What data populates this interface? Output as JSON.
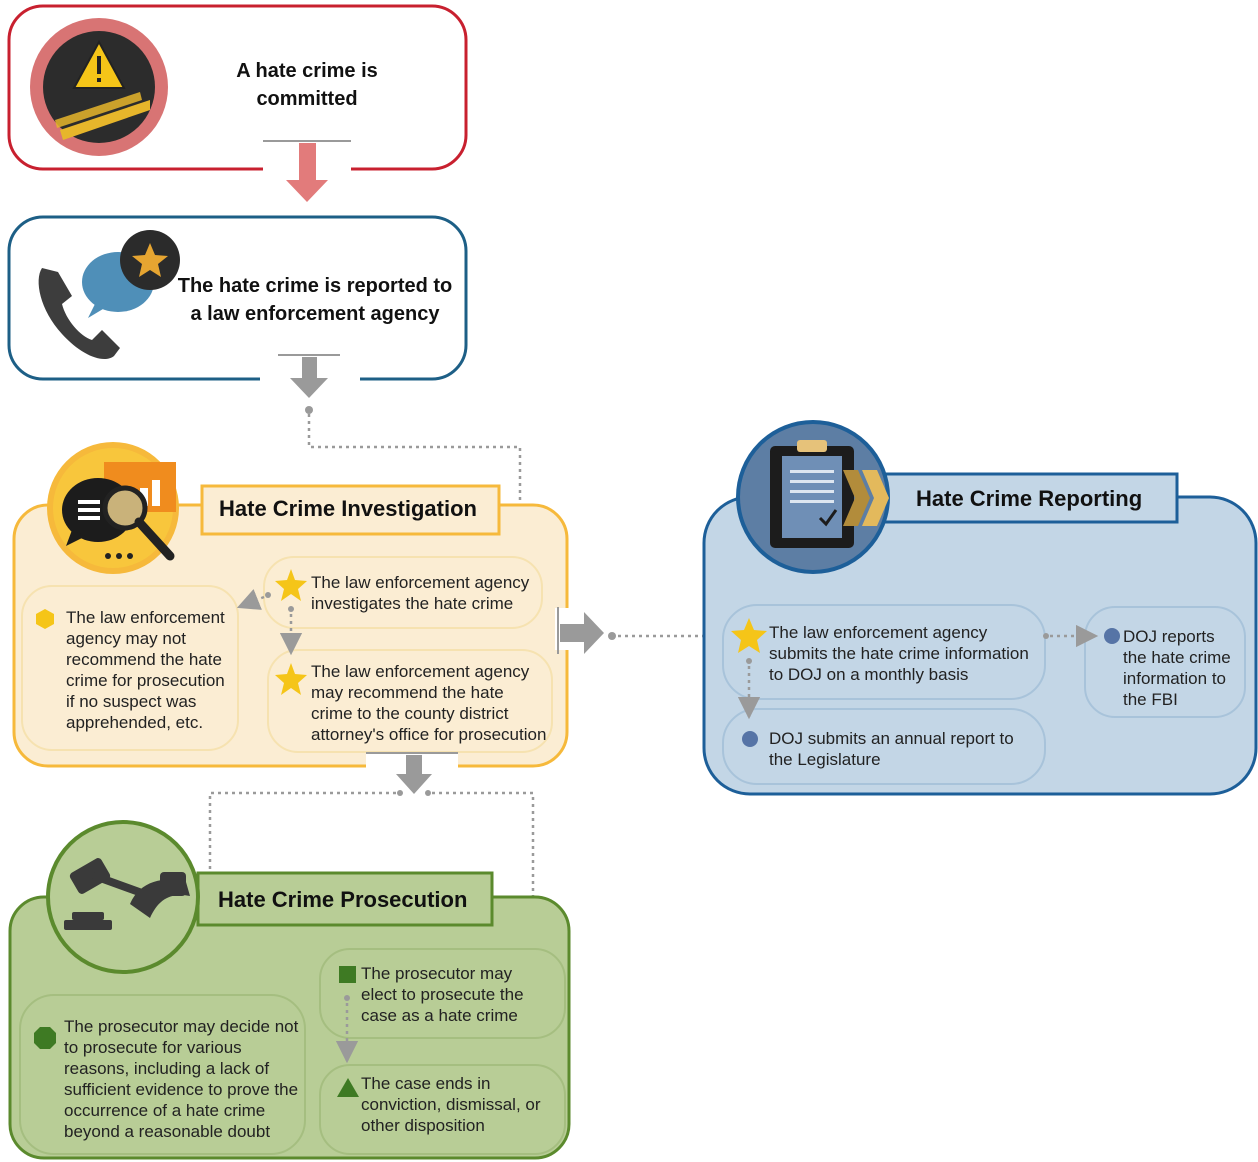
{
  "step_committed": {
    "text": "A hate crime is committed"
  },
  "step_reported": {
    "text": "The hate crime is reported to a law enforcement agency"
  },
  "investigation": {
    "title": "Hate Crime Investigation",
    "items": [
      {
        "marker": "star",
        "text": "The law enforcement agency investigates the hate crime"
      },
      {
        "marker": "hexagon",
        "text": "The law enforcement agency may not recommend the hate crime for prosecution if no suspect was apprehended, etc."
      },
      {
        "marker": "star",
        "text": "The law enforcement agency may recommend the hate crime to the county district attorney's office for prosecution"
      }
    ]
  },
  "reporting": {
    "title": "Hate Crime Reporting",
    "items": [
      {
        "marker": "star",
        "text": "The law enforcement agency submits the hate crime information to DOJ on a monthly basis"
      },
      {
        "marker": "circle",
        "text": "DOJ reports the hate crime information to the FBI"
      },
      {
        "marker": "circle",
        "text": "DOJ submits an annual report to the Legislature"
      }
    ]
  },
  "prosecution": {
    "title": "Hate Crime Prosecution",
    "items": [
      {
        "marker": "octagon",
        "text": "The prosecutor may decide not to prosecute for various reasons, including a lack of sufficient evidence to prove the occurrence of a hate crime beyond a reasonable doubt"
      },
      {
        "marker": "square",
        "text": "The prosecutor may elect to prosecute the case as a hate crime"
      },
      {
        "marker": "triangle",
        "text": "The case ends in conviction, dismissal, or other disposition"
      }
    ]
  },
  "icons": {
    "committed": "warning-crime-scene-icon",
    "reported": "phone-speech-badge-icon",
    "investigation": "magnifier-chat-icon",
    "reporting": "clipboard-icon",
    "prosecution": "gavel-handcuffs-icon"
  },
  "colors": {
    "committed": "#c8202f",
    "reported": "#1d5f86",
    "investigation": "#f6b93b",
    "investigation_fill": "#fbedd3",
    "reporting": "#1d5f99",
    "reporting_fill": "#c3d6e6",
    "prosecution": "#5b8a2d",
    "prosecution_fill": "#b8cd96",
    "connector": "#9a9a9a"
  }
}
